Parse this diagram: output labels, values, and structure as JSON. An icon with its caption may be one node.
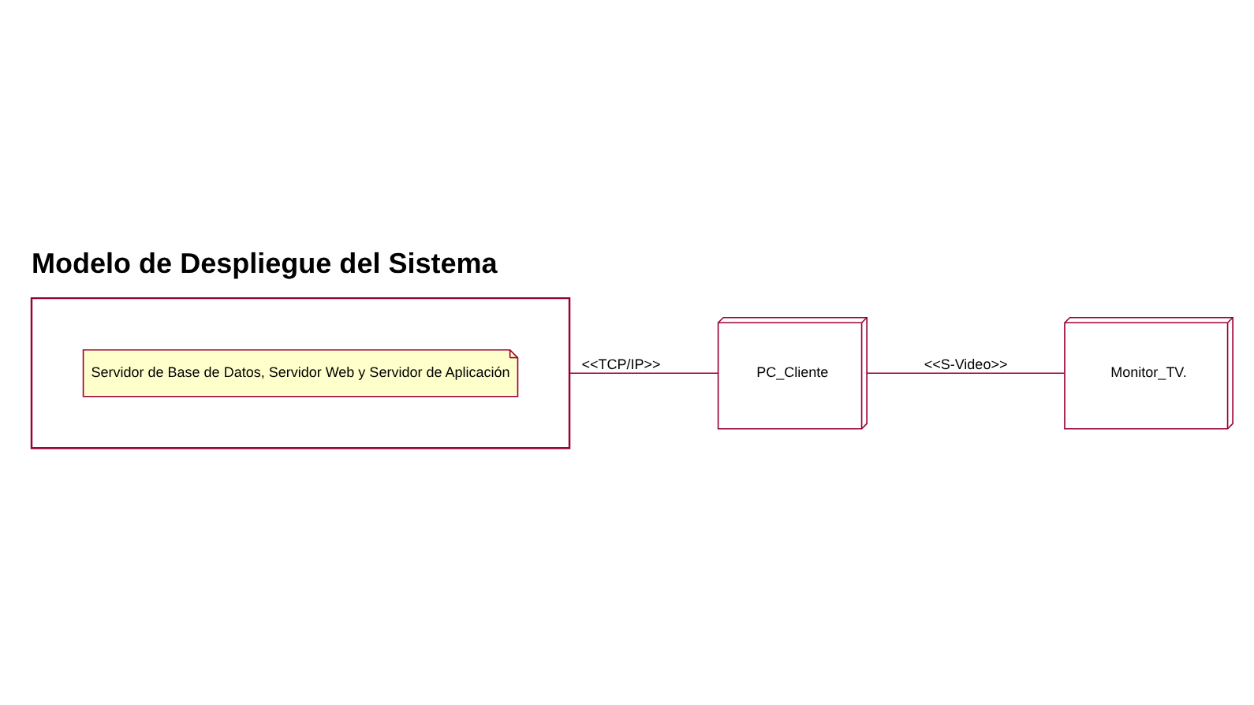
{
  "diagram": {
    "title": "Modelo de Despliegue del Sistema",
    "nodes": [
      {
        "text": [],
        "shape": "box"
      },
      {
        "text": [
          "Servidor de Base de Datos, Servidor Web y Servidor de Aplicación"
        ],
        "in": 0
      },
      {
        "text": [
          "PC_Cliente"
        ]
      },
      {
        "text": [
          "Monitor_TV."
        ]
      }
    ],
    "edges": [
      {
        "from": 0,
        "to": 2,
        "arrow": "none",
        "label": "<<TCP/IP>>"
      },
      {
        "from": 2,
        "to": 3,
        "arrow": "none",
        "label": "<<S-Video>>"
      }
    ]
  }
}
